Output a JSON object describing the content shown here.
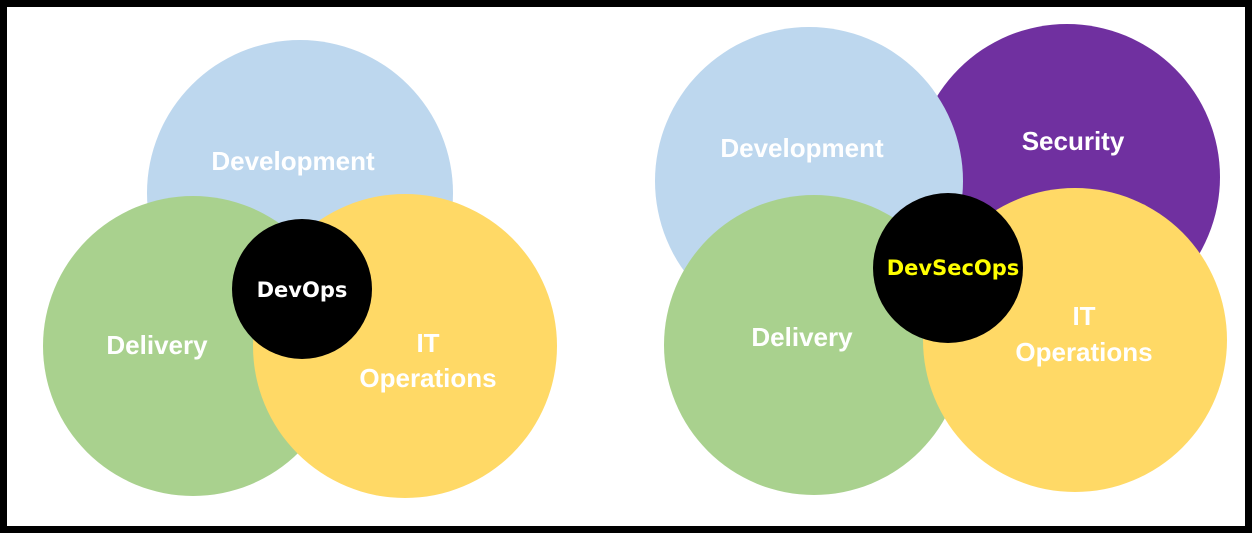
{
  "colors": {
    "development": "#bdd7ee",
    "security": "#7030a0",
    "delivery": "#a9d18e",
    "it_operations": "#ffd966",
    "core_fill": "#000000",
    "devops_text": "#ffffff",
    "devsecops_text": "#ffff00",
    "circle_label_text": "#ffffff",
    "frame": "#000000"
  },
  "devops": {
    "development": "Development",
    "delivery": "Delivery",
    "it_line1": "IT",
    "it_line2": "Operations",
    "core": "DevOps"
  },
  "devsecops": {
    "development": "Development",
    "security": "Security",
    "delivery": "Delivery",
    "it_line1": "IT",
    "it_line2": "Operations",
    "core": "DevSecOps"
  }
}
